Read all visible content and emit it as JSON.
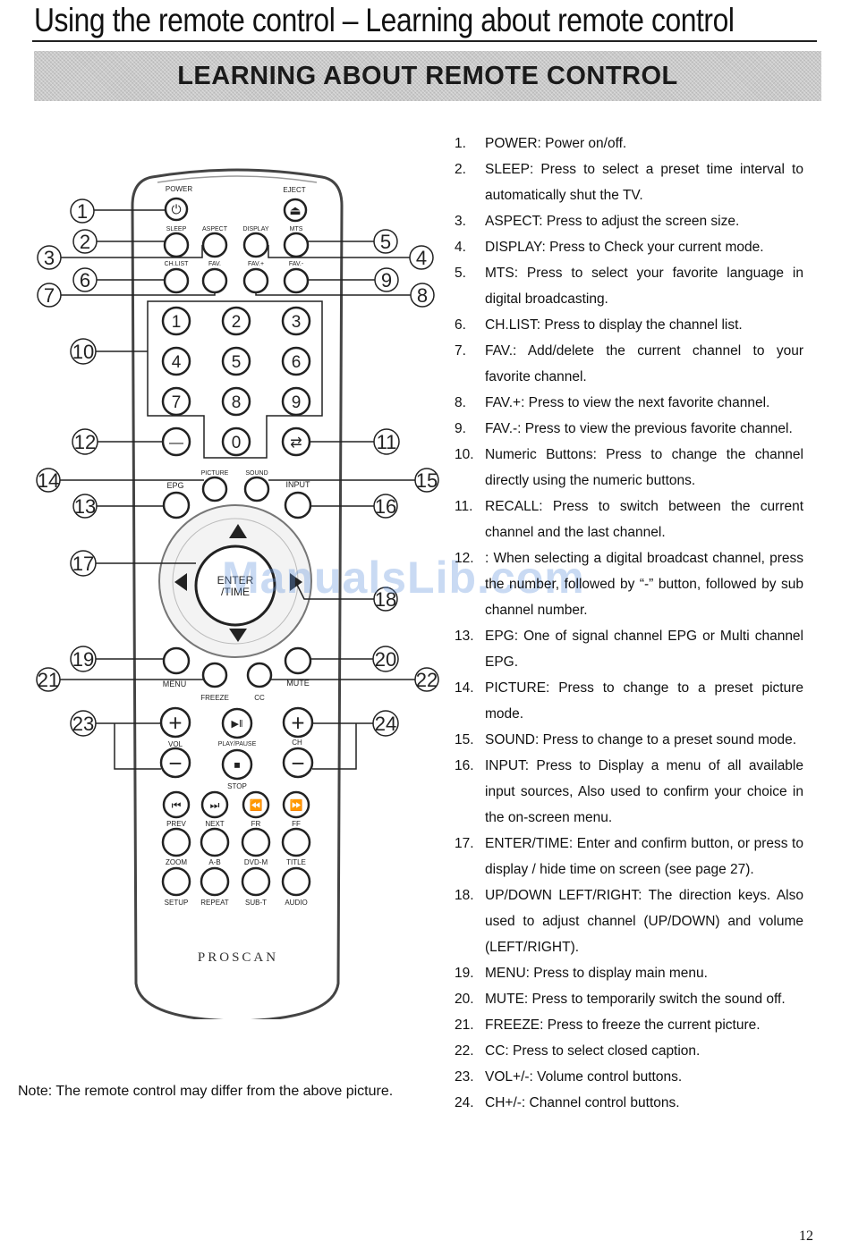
{
  "header": {
    "title": "Using the remote control – Learning about remote control",
    "banner": "LEARNING ABOUT REMOTE CONTROL"
  },
  "remote": {
    "top_labels": [
      "POWER",
      "EJECT"
    ],
    "row1_labels": [
      "SLEEP",
      "ASPECT",
      "DISPLAY",
      "MTS"
    ],
    "row2_labels": [
      "CH.LIST",
      "FAV.",
      "FAV.+",
      "FAV.-"
    ],
    "digits": [
      "1",
      "2",
      "3",
      "4",
      "5",
      "6",
      "7",
      "8",
      "9",
      "0"
    ],
    "row_mid_labels": [
      "PICTURE",
      "SOUND",
      "EPG",
      "INPUT"
    ],
    "enter_label_1": "ENTER",
    "enter_label_2": "/TIME",
    "menu_labels": [
      "MENU",
      "MUTE",
      "FREEZE",
      "CC"
    ],
    "vol_label": "VOL",
    "ch_label": "CH",
    "play_label": "PLAY/PAUSE",
    "stop_label": "STOP",
    "transport_labels": [
      "PREV",
      "NEXT",
      "FR",
      "FF"
    ],
    "bottom_row1_labels": [
      "ZOOM",
      "A-B",
      "DVD-M",
      "TITLE"
    ],
    "bottom_row2_labels": [
      "SETUP",
      "REPEAT",
      "SUB-T",
      "AUDIO"
    ],
    "brand": "PROSCAN",
    "callouts": [
      "1",
      "2",
      "3",
      "4",
      "5",
      "6",
      "7",
      "8",
      "9",
      "10",
      "11",
      "12",
      "13",
      "14",
      "15",
      "16",
      "17",
      "18",
      "19",
      "20",
      "21",
      "22",
      "23",
      "24"
    ]
  },
  "note": "Note: The remote control may differ from the above picture.",
  "watermark": "ManualsLib.com",
  "items": [
    {
      "num": "1.",
      "text": "POWER: Power on/off."
    },
    {
      "num": "2.",
      "text": "SLEEP: Press to select a preset time interval to automatically shut the TV."
    },
    {
      "num": "3.",
      "text": "ASPECT: Press to adjust the screen size."
    },
    {
      "num": "4.",
      "text": "DISPLAY: Press to Check your current mode."
    },
    {
      "num": "5.",
      "text": "MTS: Press to select your favorite language in digital broadcasting."
    },
    {
      "num": "6.",
      "text": "CH.LIST: Press to display the channel list."
    },
    {
      "num": "7.",
      "text": "FAV.: Add/delete the current channel to your favorite channel."
    },
    {
      "num": "8.",
      "text": "FAV.+: Press to view the next favorite channel."
    },
    {
      "num": "9.",
      "text": "FAV.-: Press to view the previous favorite channel."
    },
    {
      "num": "10.",
      "text": "Numeric Buttons: Press to change the channel directly using the numeric buttons."
    },
    {
      "num": "11.",
      "text": "RECALL: Press to switch between the current channel and the last channel."
    },
    {
      "num": "12.",
      "text": ": When selecting a digital broadcast channel, press the number, followed by “-” button, followed by sub channel number."
    },
    {
      "num": "13.",
      "text": "EPG: One of signal channel EPG or Multi channel EPG."
    },
    {
      "num": "14.",
      "text": "PICTURE: Press to change to a preset picture mode."
    },
    {
      "num": "15.",
      "text": "SOUND: Press to change to a preset sound mode."
    },
    {
      "num": "16.",
      "text": "INPUT: Press to Display a menu of all available input sources, Also used to confirm your choice in the on-screen menu."
    },
    {
      "num": "17.",
      "text": "ENTER/TIME: Enter and confirm button, or press to display / hide time on screen (see page 27)."
    },
    {
      "num": "18.",
      "text": "UP/DOWN LEFT/RIGHT: The direction keys. Also used to adjust channel (UP/DOWN) and volume (LEFT/RIGHT)."
    },
    {
      "num": "19.",
      "text": "MENU: Press to display main menu."
    },
    {
      "num": "20.",
      "text": "MUTE: Press to temporarily switch the sound off."
    },
    {
      "num": "21.",
      "text": "FREEZE: Press to freeze the current picture."
    },
    {
      "num": "22.",
      "text": "CC: Press to select closed caption."
    },
    {
      "num": "23.",
      "text": "VOL+/-: Volume control buttons."
    },
    {
      "num": "24.",
      "text": "CH+/-: Channel control buttons."
    }
  ],
  "page_number": "12"
}
